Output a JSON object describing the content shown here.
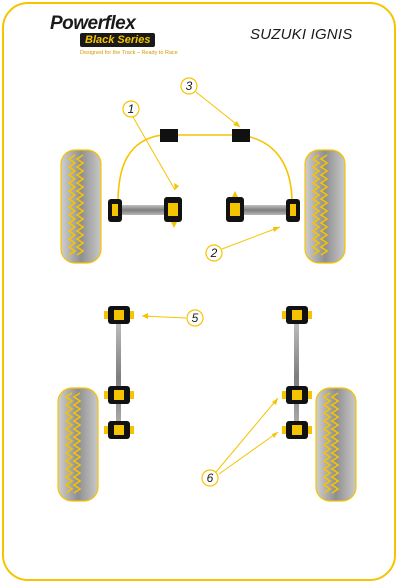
{
  "brand": {
    "name": "Powerflex",
    "series": "Black Series",
    "tagline": "Designed for the Track – Ready to Race"
  },
  "title": "SUZUKI IGNIS",
  "callouts": [
    "1",
    "2",
    "3",
    "5",
    "6"
  ],
  "colors": {
    "border": "#f5c400",
    "tyre": "#9a9a9a",
    "tread": "#f5c400",
    "bush": "#111111",
    "arm": "#8a8a8a",
    "leader": "#f5c400"
  }
}
